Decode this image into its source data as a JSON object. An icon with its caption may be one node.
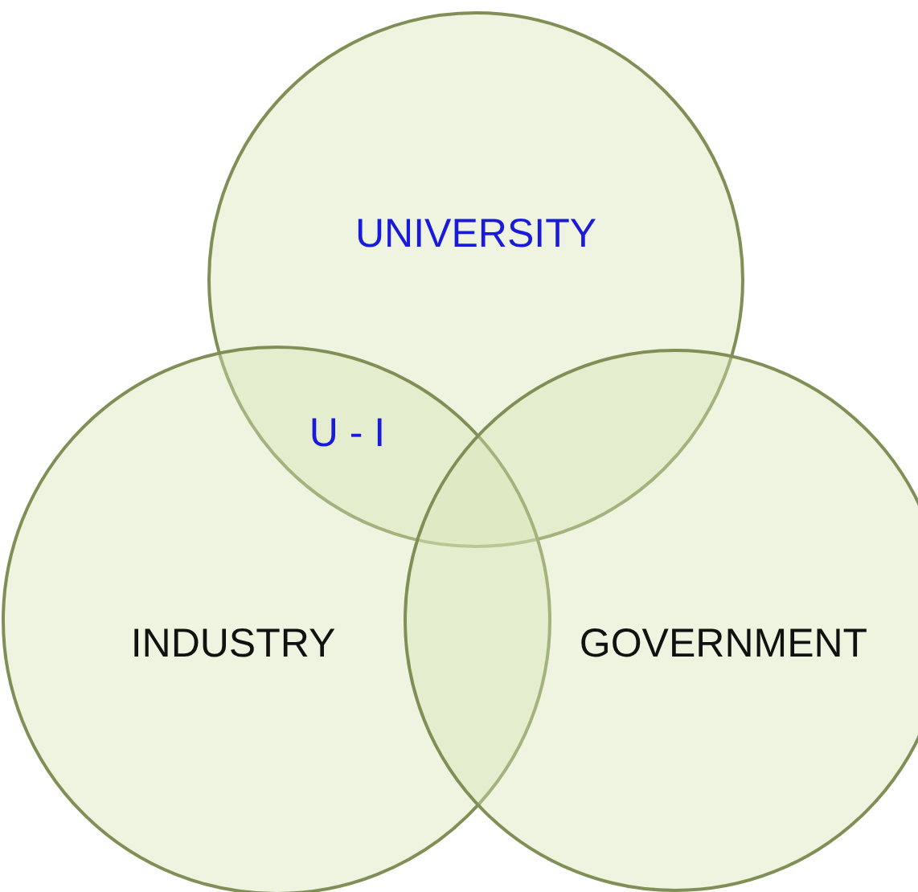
{
  "diagram": {
    "nodes": [
      {
        "text": [
          "UNIVERSITY"
        ]
      },
      {
        "text": [
          "INDUSTRY"
        ]
      },
      {
        "text": [
          "GOVERNMENT"
        ]
      }
    ],
    "labels": [
      "U - I"
    ]
  }
}
